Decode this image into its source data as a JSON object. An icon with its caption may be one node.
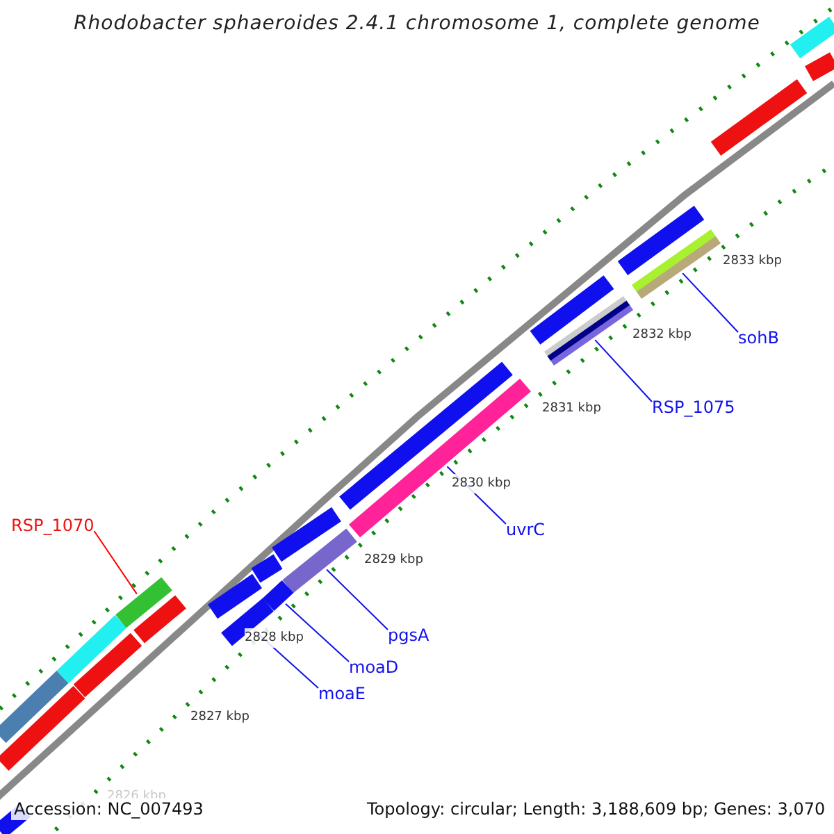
{
  "diagram": {
    "title": "Rhodobacter sphaeroides 2.4.1 chromosome 1, complete genome",
    "nodes": [
      {
        "text": [
          "sohB"
        ]
      },
      {
        "text": [],
        "shape": "bar"
      },
      {
        "text": [
          "RSP_1075"
        ]
      },
      {
        "text": [],
        "shape": "bar"
      },
      {
        "text": [
          "RSP_1070"
        ]
      },
      {
        "text": [],
        "shape": "bar"
      },
      {
        "text": [
          "uvrC"
        ]
      },
      {
        "text": [],
        "shape": "bar"
      },
      {
        "text": [
          "pgsA"
        ]
      },
      {
        "text": [],
        "shape": "bar"
      },
      {
        "text": [
          "moaD"
        ]
      },
      {
        "text": [],
        "shape": "bar"
      },
      {
        "text": [
          "moaE"
        ]
      },
      {
        "text": [],
        "shape": "bar"
      }
    ],
    "edges": [
      {
        "from": 0,
        "to": 1,
        "arrow": "none"
      },
      {
        "from": 2,
        "to": 3,
        "arrow": "none"
      },
      {
        "from": 4,
        "to": 5,
        "arrow": "none",
        "color": "#ff0000"
      },
      {
        "from": 6,
        "to": 7,
        "arrow": "none"
      },
      {
        "from": 8,
        "to": 9,
        "arrow": "none"
      },
      {
        "from": 10,
        "to": 11,
        "arrow": "none"
      },
      {
        "from": 12,
        "to": 13,
        "arrow": "none"
      }
    ],
    "labels": [
      "2833 kbp",
      "2832 kbp",
      "2831 kbp",
      "2830 kbp",
      "2829 kbp",
      "2828 kbp",
      "2827 kbp",
      "2826 kbp",
      "Accession: NC_007493",
      "Topology: circular; Length: 3,188,609 bp; Genes: 3,070"
    ]
  }
}
